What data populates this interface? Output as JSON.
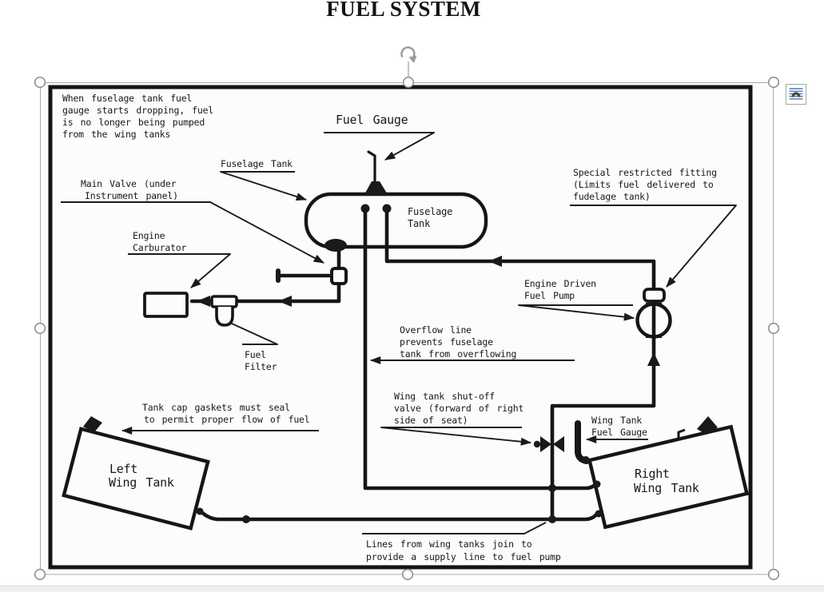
{
  "document": {
    "title": "FUEL SYSTEM"
  },
  "selection": {
    "rotate_icon": "circular-arrow",
    "layout_options_icon": "text-wrap-with-image",
    "handle_shape": "circle"
  },
  "colors": {
    "ink": "#1a1a1a",
    "selection_stroke": "#9e9e9e",
    "layout_icon_blue": "#4a7cb5",
    "layout_icon_gray": "#454545",
    "bottom_band": "#f0f0f0"
  },
  "diagram": {
    "note": {
      "lines": [
        "When fuselage tank fuel",
        "gauge starts dropping, fuel",
        "is no longer being pumped",
        "from the wing tanks"
      ]
    },
    "fuel_gauge_label": "Fuel Gauge",
    "fuselage_tank_callout": "Fuselage Tank",
    "main_valve": {
      "lines": [
        "Main Valve (under",
        "Instrument panel)"
      ]
    },
    "special_fitting": {
      "lines": [
        "Special restricted fitting",
        "(Limits fuel delivered to",
        "fudelage tank)"
      ]
    },
    "engine_carburator": {
      "lines": [
        "Engine",
        "Carburator"
      ]
    },
    "fuselage_tank": {
      "lines": [
        "Fuselage",
        "Tank"
      ]
    },
    "engine_pump": {
      "lines": [
        "Engine Driven",
        "Fuel Pump"
      ]
    },
    "overflow": {
      "lines": [
        "Overflow line",
        "prevents fuselage",
        "tank from overflowing"
      ]
    },
    "fuel_filter": {
      "lines": [
        "Fuel",
        "Filter"
      ]
    },
    "tank_cap": {
      "lines": [
        "Tank cap gaskets must seal",
        "to permit proper flow of fuel"
      ]
    },
    "shutoff_valve": {
      "lines": [
        "Wing tank shut-off",
        "valve (forward of right",
        "side of seat)"
      ]
    },
    "wing_tank_gauge": {
      "lines": [
        "Wing Tank",
        "Fuel Gauge"
      ]
    },
    "left_wing_tank": {
      "lines": [
        "Left",
        "Wing Tank"
      ]
    },
    "right_wing_tank": {
      "lines": [
        "Right",
        "Wing Tank"
      ]
    },
    "supply_join": {
      "lines": [
        "Lines from wing tanks join to",
        "provide a supply line to fuel pump"
      ]
    }
  }
}
